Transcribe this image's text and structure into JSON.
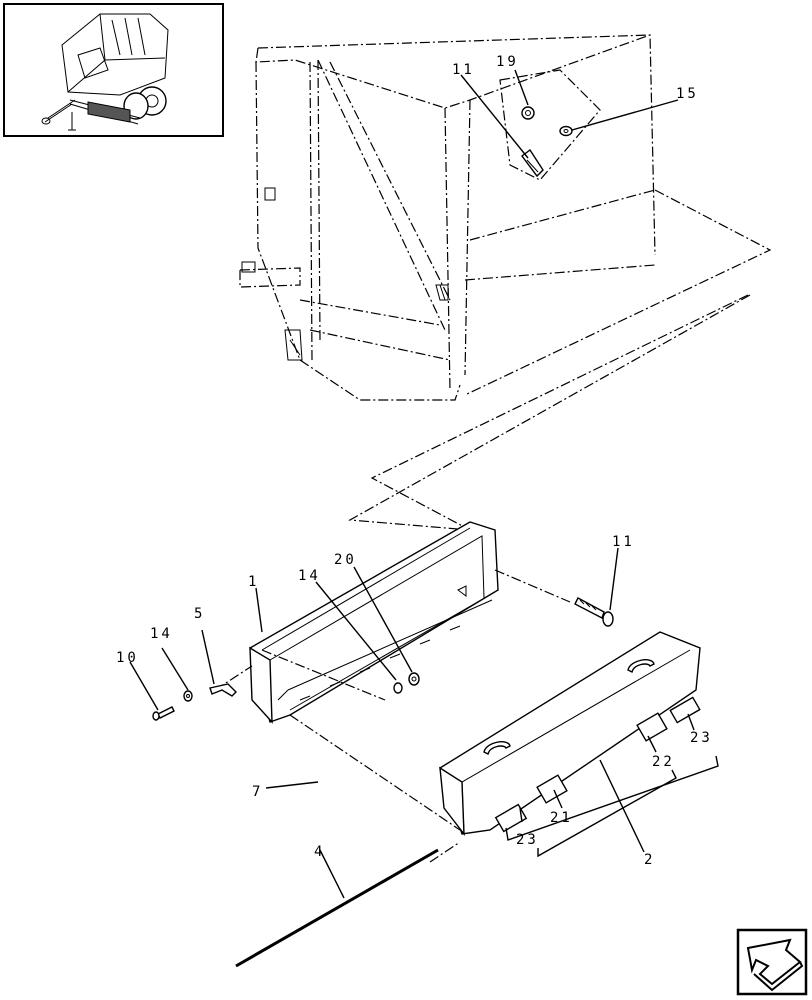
{
  "diagram": {
    "callouts": {
      "c1": "1",
      "c2": "2",
      "c4": "4",
      "c5": "5",
      "c7": "7",
      "c10": "10",
      "c11_top": "11",
      "c11_bolt": "11",
      "c14_left": "14",
      "c14_mid": "14",
      "c15": "15",
      "c19": "19",
      "c20": "20",
      "c21": "21",
      "c22": "22",
      "c23_left": "23",
      "c23_right": "23"
    },
    "icons": {
      "thumbnail": "round-baler-thumbnail",
      "navigation": "return-arrow-icon"
    }
  }
}
